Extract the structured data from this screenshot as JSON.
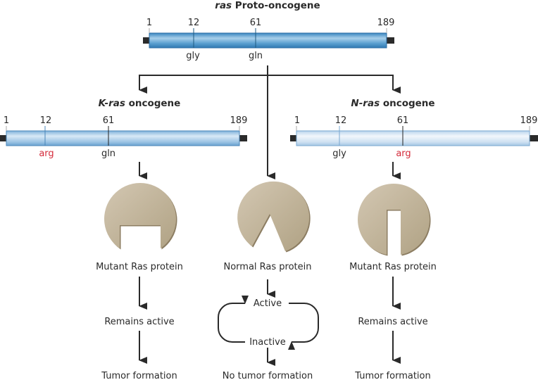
{
  "diagram": {
    "proto": {
      "title_italic": "ras",
      "title_rest": " Proto-oncogene",
      "ticks": [
        "1",
        "12",
        "61",
        "189"
      ],
      "aa12": "gly",
      "aa61": "gln",
      "aa12_mutant": false,
      "aa61_mutant": false
    },
    "kras": {
      "title_italic": "K-ras",
      "title_rest": " oncogene",
      "ticks": [
        "1",
        "12",
        "61",
        "189"
      ],
      "aa12": "arg",
      "aa61": "gln",
      "aa12_mutant": true,
      "aa61_mutant": false,
      "protein": "Mutant Ras protein",
      "step1": "Remains active",
      "step2": "Tumor formation"
    },
    "normal": {
      "protein": "Normal Ras protein",
      "cycle_top": "Active",
      "cycle_bottom": "Inactive",
      "outcome": "No tumor formation"
    },
    "nras": {
      "title_italic": "N-ras",
      "title_rest": " oncogene",
      "ticks": [
        "1",
        "12",
        "61",
        "189"
      ],
      "aa12": "gly",
      "aa61": "arg",
      "aa12_mutant": false,
      "aa61_mutant": true,
      "protein": "Mutant Ras protein",
      "step1": "Remains active",
      "step2": "Tumor formation"
    },
    "colors": {
      "proto_bar": "#4a94c8",
      "kras_bar": "#8cbbe0",
      "nras_bar": "#c6dcf0",
      "protein": "#c2b49a",
      "mutation_text": "#d42a3a",
      "arrow": "#2a2a2a"
    }
  }
}
